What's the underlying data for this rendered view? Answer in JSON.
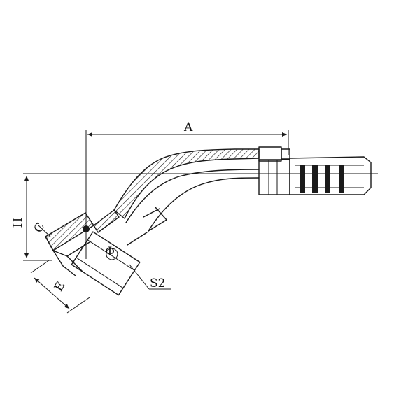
{
  "drawing": {
    "labels": {
      "a": "A",
      "h": "H",
      "c": "C",
      "e": "E",
      "s2": "S2",
      "phi": "Φ"
    }
  }
}
